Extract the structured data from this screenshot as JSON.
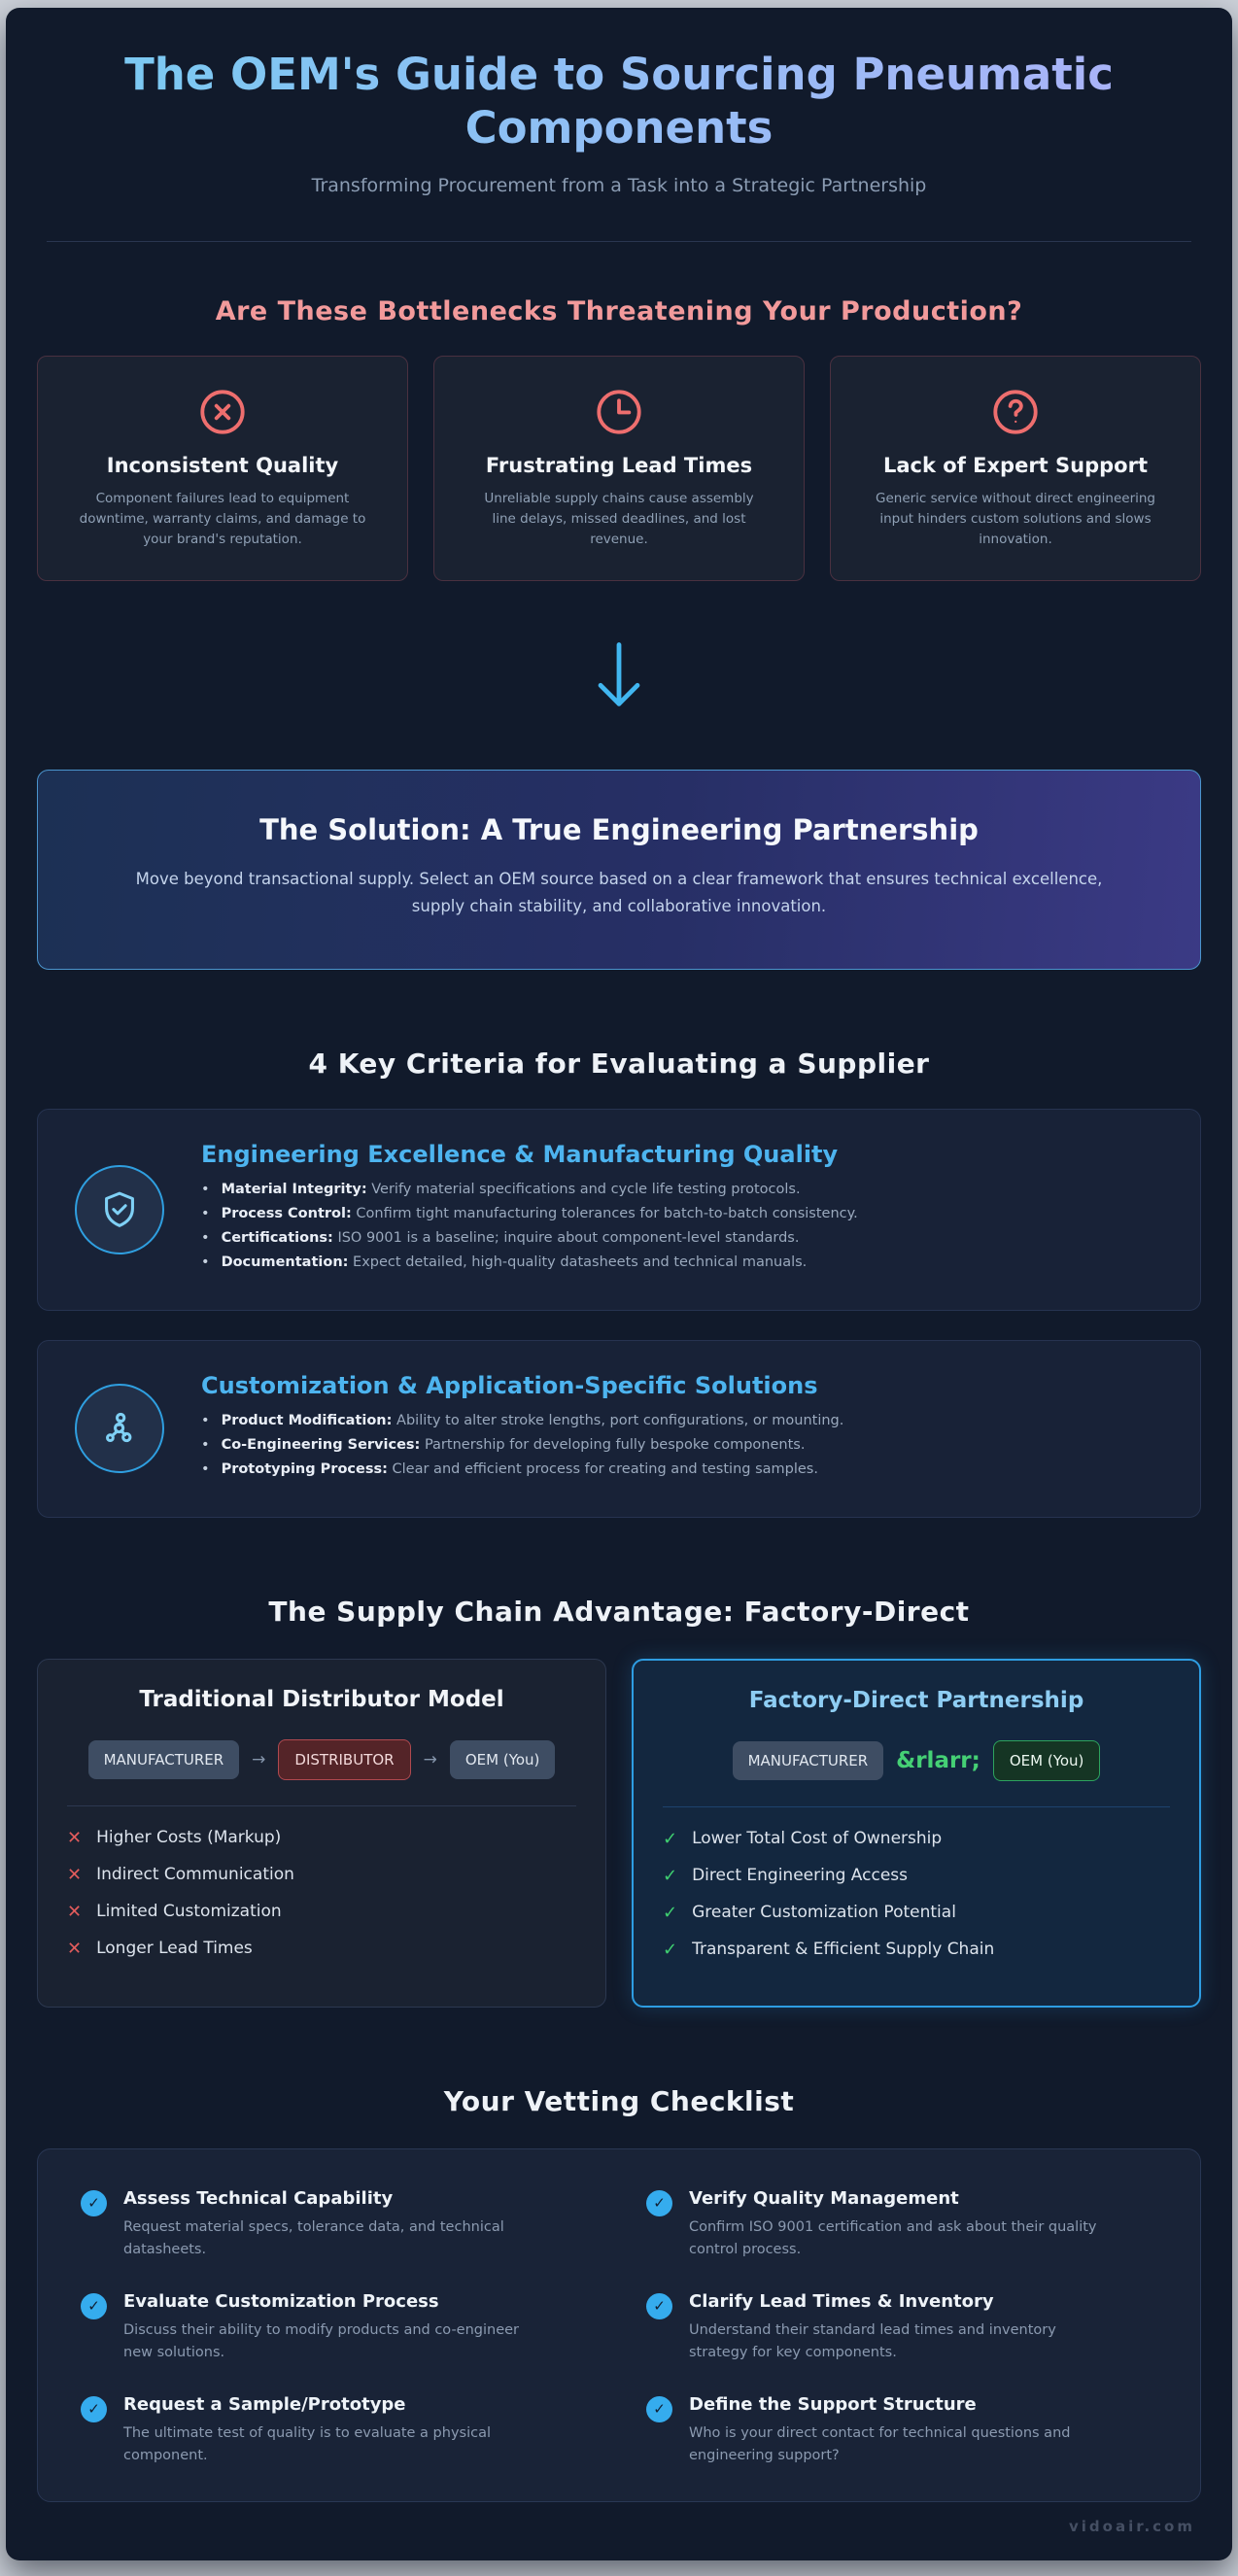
{
  "page": {
    "title": "The OEM's Guide to Sourcing Pneumatic Components",
    "subtitle": "Transforming Procurement from a Task into a Strategic Partnership",
    "footer": "vidoair.com"
  },
  "colors": {
    "accent_blue": "#41b6f0",
    "accent_salmon": "#ee6e6e",
    "accent_green": "#3fcf70",
    "title_gradient_start": "#7cc8f2",
    "title_gradient_end": "#a9b4f8"
  },
  "problems": {
    "heading": "Are These Bottlenecks Threatening Your Production?",
    "cards": [
      {
        "icon": "x-circle-icon",
        "title": "Inconsistent Quality",
        "text": "Component failures lead to equipment downtime, warranty claims, and damage to your brand's reputation."
      },
      {
        "icon": "clock-icon",
        "title": "Frustrating Lead Times",
        "text": "Unreliable supply chains cause assembly line delays, missed deadlines, and lost revenue."
      },
      {
        "icon": "question-circle-icon",
        "title": "Lack of Expert Support",
        "text": "Generic service without direct engineering input hinders custom solutions and slows innovation."
      }
    ]
  },
  "solution": {
    "title": "The Solution: A True Engineering Partnership",
    "text": "Move beyond transactional supply. Select an OEM source based on a clear framework that ensures technical excellence, supply chain stability, and collaborative innovation."
  },
  "criteria": {
    "heading": "4 Key Criteria for Evaluating a Supplier",
    "cards": [
      {
        "icon": "shield-check-icon",
        "title": "Engineering Excellence & Manufacturing Quality",
        "bullets": [
          {
            "label": "Material Integrity:",
            "text": " Verify material specifications and cycle life testing protocols."
          },
          {
            "label": "Process Control:",
            "text": " Confirm tight manufacturing tolerances for batch-to-batch consistency."
          },
          {
            "label": "Certifications:",
            "text": " ISO 9001 is a baseline; inquire about component-level standards."
          },
          {
            "label": "Documentation:",
            "text": " Expect detailed, high-quality datasheets and technical manuals."
          }
        ]
      },
      {
        "icon": "molecule-icon",
        "title": "Customization & Application-Specific Solutions",
        "bullets": [
          {
            "label": "Product Modification:",
            "text": " Ability to alter stroke lengths, port configurations, or mounting."
          },
          {
            "label": "Co-Engineering Services:",
            "text": " Partnership for developing fully bespoke components."
          },
          {
            "label": "Prototyping Process:",
            "text": " Clear and efficient process for creating and testing samples."
          }
        ]
      }
    ]
  },
  "supply": {
    "heading": "The Supply Chain Advantage: Factory-Direct",
    "traditional": {
      "title": "Traditional Distributor Model",
      "chips": [
        "MANUFACTURER",
        "DISTRIBUTOR",
        "OEM (You)"
      ],
      "arrow": "→",
      "con_mark": "✕",
      "cons": [
        "Higher Costs (Markup)",
        "Indirect Communication",
        "Limited Customization",
        "Longer Lead Times"
      ]
    },
    "direct": {
      "title": "Factory-Direct Partnership",
      "chips": [
        "MANUFACTURER",
        "OEM (You)"
      ],
      "arrow": "&rlarr;",
      "pro_mark": "✓",
      "pros": [
        "Lower Total Cost of Ownership",
        "Direct Engineering Access",
        "Greater Customization Potential",
        "Transparent & Efficient Supply Chain"
      ]
    }
  },
  "checklist": {
    "heading": "Your Vetting Checklist",
    "badge_mark": "✓",
    "items": [
      {
        "title": "Assess Technical Capability",
        "text": "Request material specs, tolerance data, and technical datasheets."
      },
      {
        "title": "Verify Quality Management",
        "text": "Confirm ISO 9001 certification and ask about their quality control process."
      },
      {
        "title": "Evaluate Customization Process",
        "text": "Discuss their ability to modify products and co-engineer new solutions."
      },
      {
        "title": "Clarify Lead Times & Inventory",
        "text": "Understand their standard lead times and inventory strategy for key components."
      },
      {
        "title": "Request a Sample/Prototype",
        "text": "The ultimate test of quality is to evaluate a physical component."
      },
      {
        "title": "Define the Support Structure",
        "text": "Who is your direct contact for technical questions and engineering support?"
      }
    ]
  }
}
